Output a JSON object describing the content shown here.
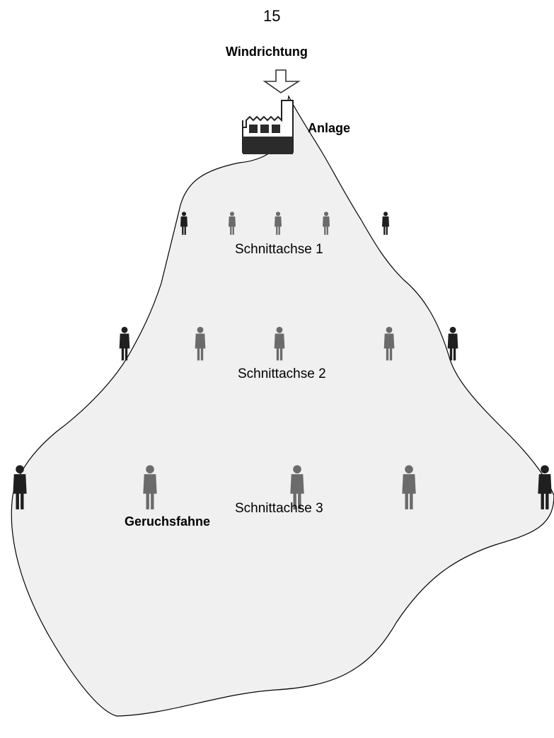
{
  "page_number": "15",
  "labels": {
    "wind_direction": "Windrichtung",
    "facility": "Anlage",
    "axis_1": "Schnittachse 1",
    "axis_2": "Schnittachse 2",
    "axis_3": "Schnittachse 3",
    "odor_plume": "Geruchsfahne"
  },
  "colors": {
    "plume_fill": "#f0f0f0",
    "person_inside": "#6b6b6b",
    "person_edge": "#1f1f1f"
  },
  "icons": [
    "arrow-down-icon",
    "factory-icon",
    "person-icon"
  ]
}
